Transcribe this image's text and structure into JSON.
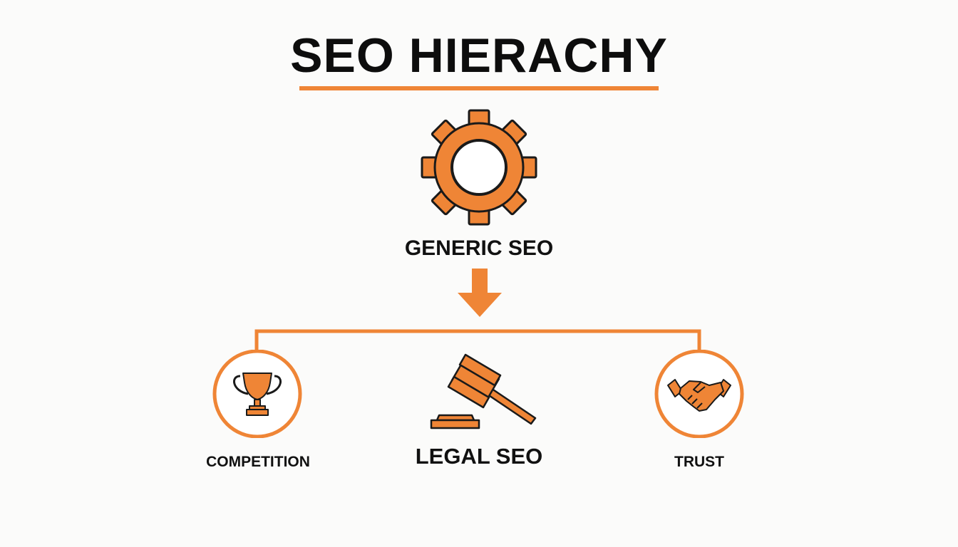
{
  "title": "SEO HIERACHY",
  "colors": {
    "accent": "#ef8536",
    "outline": "#1a1a1a",
    "text": "#111111",
    "background": "#fbfbfa"
  },
  "nodes": {
    "top": {
      "label": "GENERIC SEO",
      "icon": "gear-icon"
    },
    "children": [
      {
        "label": "COMPETITION",
        "icon": "trophy-icon"
      },
      {
        "label": "LEGAL SEO",
        "icon": "gavel-icon"
      },
      {
        "label": "TRUST",
        "icon": "handshake-icon"
      }
    ]
  }
}
